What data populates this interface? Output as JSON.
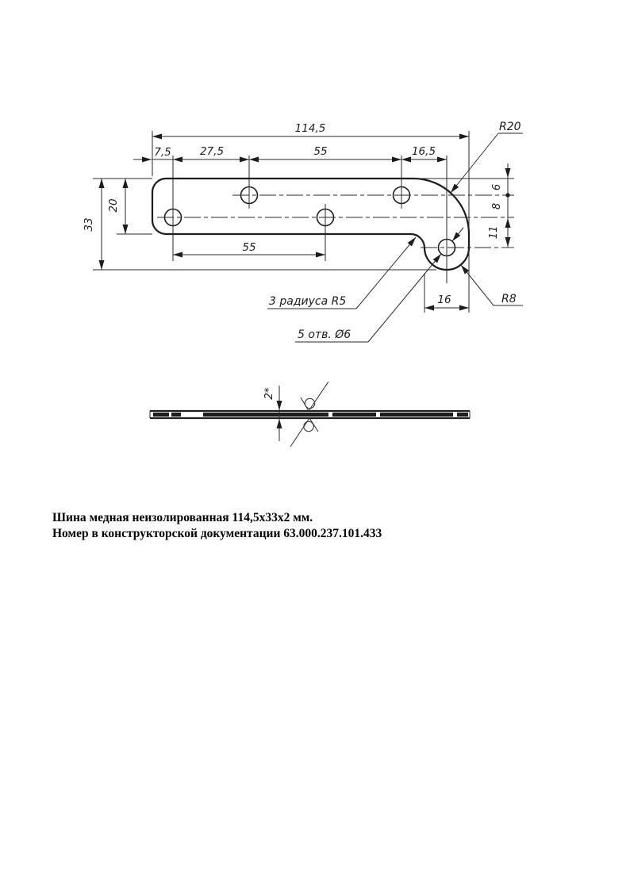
{
  "page": {
    "background": "#ffffff",
    "ink": "#1d1d1d"
  },
  "drawing": {
    "dims": {
      "overall_length": "114,5",
      "hole1_offset": "7,5",
      "hole1_to_hole2": "27,5",
      "hole2_to_hole4": "55",
      "hole4_to_hole5": "16,5",
      "overall_height": "33",
      "strip_width": "20",
      "top_to_row1": "6",
      "row1_to_row2": "8",
      "row2_to_hole5": "11",
      "hole1_to_hole3": "55",
      "lobe_width": "16",
      "thickness": "2*"
    },
    "callouts": {
      "corner_radius": "R20",
      "lobe_radius": "R8",
      "fillet_note": "3 радиуса R5",
      "holes_note": "5 отв. Ø6"
    }
  },
  "caption": {
    "line1": "Шина медная неизолированная 114,5х33х2 мм.",
    "line2": "Номер в конструкторской документации 63.000.237.101.433"
  }
}
